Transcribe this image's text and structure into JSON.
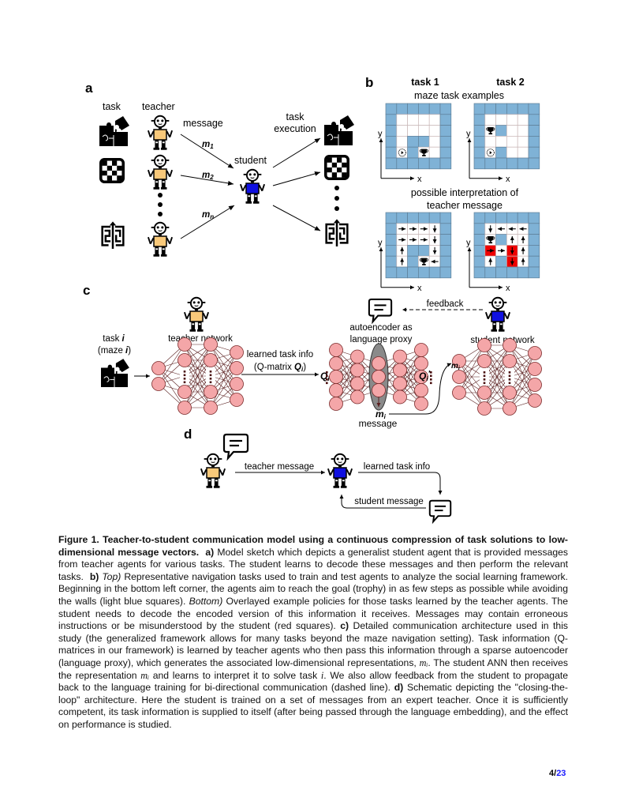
{
  "panel_a": {
    "label": "a",
    "col_task": "task",
    "col_teacher": "teacher",
    "message_label": "message",
    "msg_labels": [
      {
        "base": "m",
        "sub": "1"
      },
      {
        "base": "m",
        "sub": "2"
      },
      {
        "base": "m",
        "sub": "n"
      }
    ],
    "student_label": "student",
    "execution_label_1": "task",
    "execution_label_2": "execution",
    "tasks": [
      "puzzle-icon",
      "checkerboard-icon",
      "maze-icon"
    ],
    "teacher_color": "#f9c97a",
    "student_color": "#1010e0"
  },
  "panel_b": {
    "label": "b",
    "task1_title": "task 1",
    "task2_title": "task 2",
    "examples_title": "maze task examples",
    "interp_title_1": "possible interpretation of",
    "interp_title_2": "teacher message",
    "axis_x": "x",
    "axis_y": "y",
    "wall_color": "#7fb2d6",
    "error_color": "#ee0000",
    "mazes": {
      "task1": [
        "WWWWWW",
        "W....W",
        "W....W",
        "W.WW.W",
        "WSWT.W",
        "WWWWWW"
      ],
      "task2": [
        "WWWWWW",
        "W....W",
        "WTW..W",
        "W....W",
        "WSW..W",
        "WWWWWW"
      ]
    },
    "policies": {
      "task1": [
        [
          "W",
          "W",
          "W",
          "W",
          "W",
          "W"
        ],
        [
          "W",
          "R",
          "R",
          "R",
          "D",
          "W"
        ],
        [
          "W",
          "R",
          "R",
          "R",
          "D",
          "W"
        ],
        [
          "W",
          "U",
          "W",
          "W",
          "D",
          "W"
        ],
        [
          "W",
          "U",
          "W",
          "T",
          "L",
          "W"
        ],
        [
          "W",
          "W",
          "W",
          "W",
          "W",
          "W"
        ]
      ],
      "task2": [
        [
          "W",
          "W",
          "W",
          "W",
          "W",
          "W"
        ],
        [
          "W",
          "D",
          "L",
          "L",
          "L",
          "W"
        ],
        [
          "W",
          "T",
          "W",
          "U",
          "U",
          "W"
        ],
        [
          "W",
          "R!",
          "R",
          "D!",
          "U",
          "W"
        ],
        [
          "W",
          "U",
          "W",
          "D!",
          "U",
          "W"
        ],
        [
          "W",
          "W",
          "W",
          "W",
          "W",
          "W"
        ]
      ]
    }
  },
  "panel_c": {
    "label": "c",
    "task_label_1": "task",
    "task_label_1_var": "i",
    "task_label_2_pre": "(maze",
    "task_label_2_var": "i",
    "task_label_2_post": ")",
    "teacher_network": "teacher network",
    "learned_info_1": "learned task info",
    "learned_info_2_pre": "(Q-matrix",
    "learned_info_2_var": "Q",
    "learned_info_2_sub": "i",
    "learned_info_2_post": ")",
    "q_in": {
      "base": "Q",
      "sub": "i"
    },
    "q_out": {
      "base": "Q",
      "sub": "i",
      "prime": "′"
    },
    "autoencoder_1": "autoencoder as",
    "autoencoder_2": "language proxy",
    "feedback": "feedback",
    "student_network": "student network",
    "message_sym": {
      "base": "m",
      "sub": "i"
    },
    "message_label": "message",
    "student_input": {
      "base": "m",
      "sub": "i"
    },
    "node_color": "#f4a6a8",
    "bottleneck_color": "#8a8a8a",
    "edge_color": "#5a2020"
  },
  "panel_d": {
    "label": "d",
    "teacher_message": "teacher message",
    "learned_task_info": "learned task info",
    "student_message": "student message"
  },
  "caption": {
    "fig_label": "Figure 1.",
    "title": "Teacher-to-student communication model using a continuous compression of task solutions to low-dimensional message vectors.",
    "a_label": "a)",
    "a_text": "Model sketch which depicts a generalist student agent that is provided messages from teacher agents for various tasks. The student learns to decode these messages and then perform the relevant tasks.",
    "b_label": "b)",
    "b_top": "Top)",
    "b_text_1": "Representative navigation tasks used to train and test agents to analyze the social learning framework. Beginning in the bottom left corner, the agents aim to reach the goal (trophy) in as few steps as possible while avoiding the walls (light blue squares).",
    "b_bottom": "Bottom)",
    "b_text_2": "Overlayed example policies for those tasks learned by the teacher agents. The student needs to decode the encoded version of this information it receives. Messages may contain erroneous instructions or be misunderstood by the student (red squares).",
    "c_label": "c)",
    "c_text_1": "Detailed communication architecture used in this study (the generalized framework allows for many tasks beyond the maze navigation setting). Task information (Q-matrices in our framework) is learned by teacher agents who then pass this information through a sparse autoencoder (language proxy), which generates the associated low-dimensional representations,",
    "m_i": "mᵢ",
    "c_text_2": ". The student ANN then receives the representation",
    "c_text_3": "and learns to interpret it to solve task",
    "i_sym": "i",
    "c_text_4": ". We also allow feedback from the student to propagate back to the language training for bi-directional communication (dashed line).",
    "d_label": "d)",
    "d_text": "Schematic depicting the \"closing-the-loop\" architecture. Here the student is trained on a set of messages from an expert teacher. Once it is sufficiently competent, its task information is supplied to itself (after being passed through the language embedding), and the effect on performance is studied."
  },
  "page": {
    "current": "4",
    "separator": "/",
    "total": "23"
  }
}
